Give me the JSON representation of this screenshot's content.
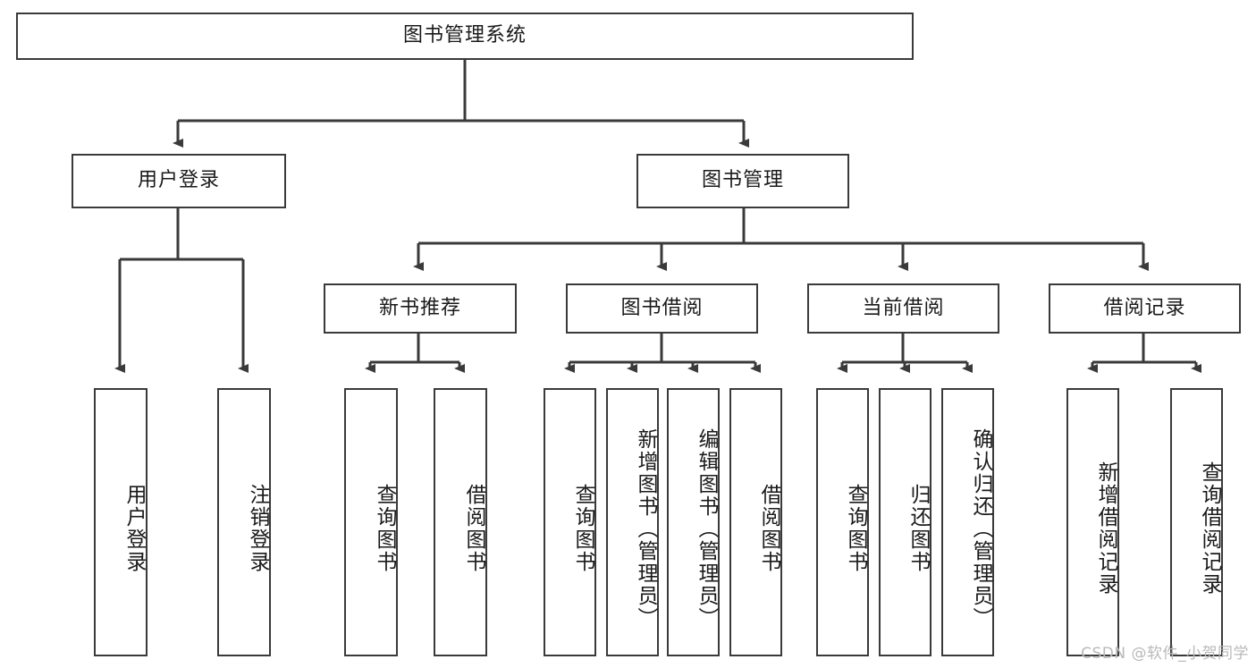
{
  "diagram": {
    "title": "图书管理系统",
    "watermark": "CSDN @软件_小贺同学",
    "line_color": "#3a3a3a",
    "box_fill": "#ffffff",
    "text_color": "#1a1a1a",
    "watermark_color": "#b9b9b9",
    "levels": {
      "root": "图书管理系统",
      "level1": [
        "用户登录",
        "图书管理"
      ],
      "level2": [
        "新书推荐",
        "图书借阅",
        "当前借阅",
        "借阅记录"
      ]
    },
    "nodes": {
      "root": {
        "label": "图书管理系统"
      },
      "user_login": {
        "label": "用户登录"
      },
      "book_manage": {
        "label": "图书管理"
      },
      "new_book_rec": {
        "label": "新书推荐"
      },
      "book_borrow": {
        "label": "图书借阅"
      },
      "current_borrow": {
        "label": "当前借阅"
      },
      "borrow_record": {
        "label": "借阅记录"
      },
      "leaf_user_login": {
        "label": "用户登录"
      },
      "leaf_user_logout": {
        "label": "注销登录"
      },
      "leaf_rec_query": {
        "label": "查询图书"
      },
      "leaf_rec_borrow": {
        "label": "借阅图书"
      },
      "leaf_borrow_query": {
        "label": "查询图书"
      },
      "leaf_borrow_add": {
        "label": "新增图书（管理员）"
      },
      "leaf_borrow_edit": {
        "label": "编辑图书（管理员）"
      },
      "leaf_borrow_lend": {
        "label": "借阅图书"
      },
      "leaf_cur_query": {
        "label": "查询图书"
      },
      "leaf_cur_return": {
        "label": "归还图书"
      },
      "leaf_cur_confirm": {
        "label": "确认归还（管理员）"
      },
      "leaf_rec_add": {
        "label": "新增借阅记录"
      },
      "leaf_rec_query2": {
        "label": "查询借阅记录"
      }
    }
  }
}
